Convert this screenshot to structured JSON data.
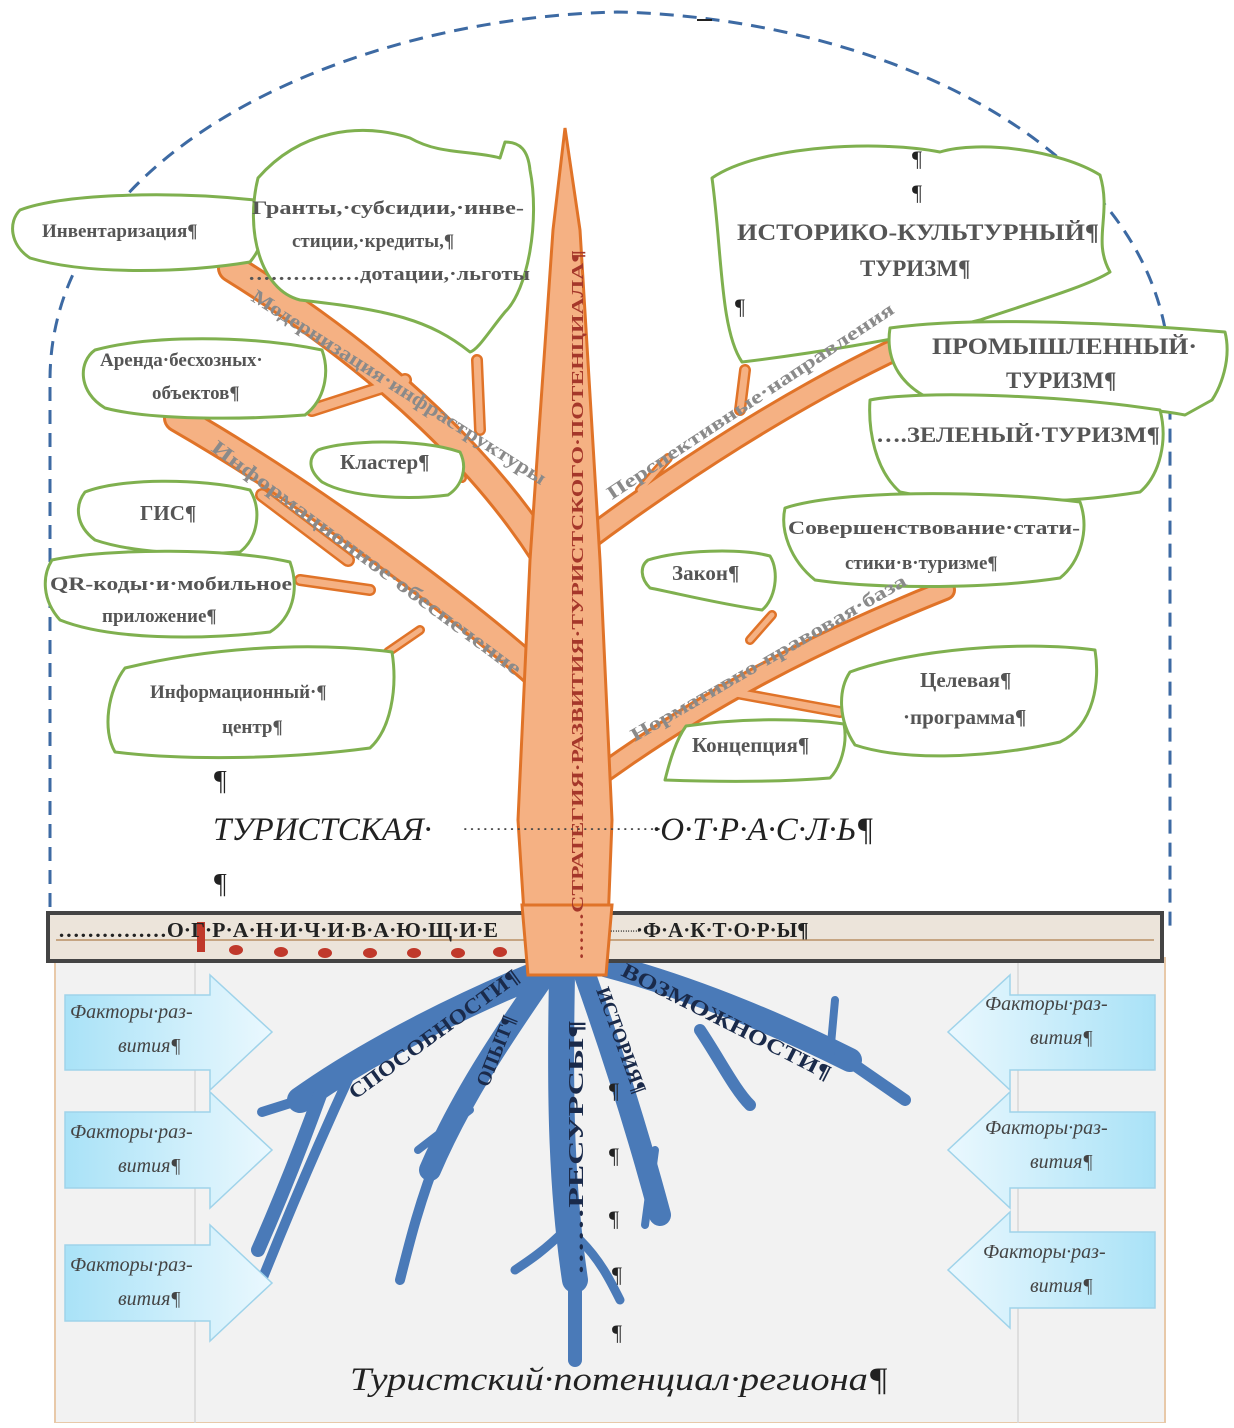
{
  "diagram": {
    "trunk_label": "……СТРАТЕГИЯ·РАЗВИТИЯ·ТУРИСТСКОГО·ПОТЕНЦИАЛА¶",
    "branch_labels": {
      "modernization": "Модернизация·инфраструктуры",
      "information": "Информационное·обеспечение",
      "prospective": "Перспективные·направления",
      "normative": "Нормативно-правовая·база"
    },
    "leaves": {
      "inventory": "Инвентаризация¶",
      "grants_1": "Гранты,·субсидии,·инве-",
      "grants_2": "стиции,·кредиты,¶",
      "grants_3": "……………дотации,·льготы",
      "rent_1": "Аренда·бесхозных·",
      "rent_2": "объектов¶",
      "cluster": "Кластер¶",
      "gis": "ГИС¶",
      "qr_1": "QR-коды·и·мобильное",
      "qr_2": "приложение¶",
      "infocenter_1": "Информационный·¶",
      "infocenter_2": "центр¶",
      "historical_1": "ИСТОРИКО-КУЛЬТУРНЫЙ¶",
      "historical_2": "ТУРИЗМ¶",
      "industrial_1": "ПРОМЫШЛЕННЫЙ·",
      "industrial_2": "ТУРИЗМ¶",
      "green": "….ЗЕЛЕНЫЙ·ТУРИЗМ¶",
      "statistics_1": "Совершенствование·стати-",
      "statistics_2": "стики·в·туризме¶",
      "law": "Закон¶",
      "target_1": "Целевая¶",
      "target_2": "·программа¶",
      "concept": "Концепция¶"
    },
    "industry_left": "ТУРИСТСКАЯ·",
    "industry_dots": "…………………………",
    "industry_right": "·О·Т·Р·А·С·Л·Ь¶",
    "limiting_left": "……………О·Г·Р·А·Н·И·Ч·И·В·А·Ю·Щ·И·Е",
    "limiting_dots": "…………",
    "limiting_right": "·Ф·А·К·Т·О·Р·Ы¶",
    "roots": {
      "abilities": "СПОСОБНОСТИ¶",
      "experience": "ОПЫТ¶",
      "resources": "……РЕСУРСЫ¶",
      "history": "ИСТОРИЯ¶",
      "opportunities": "ВОЗМОЖНОСТИ¶"
    },
    "factor_arrow_1": "Факторы·раз-",
    "factor_arrow_2": "вития¶",
    "potential": "Туристский·потенциал·региона¶",
    "pilcrow": "¶",
    "colors": {
      "tree": "#f5b183",
      "tree_outline": "#e07328",
      "roots": "#4a7ab8",
      "leaf_outline": "#7fb04f",
      "dome": "#3d6aa3",
      "arrow": "#c5ecfa"
    }
  }
}
